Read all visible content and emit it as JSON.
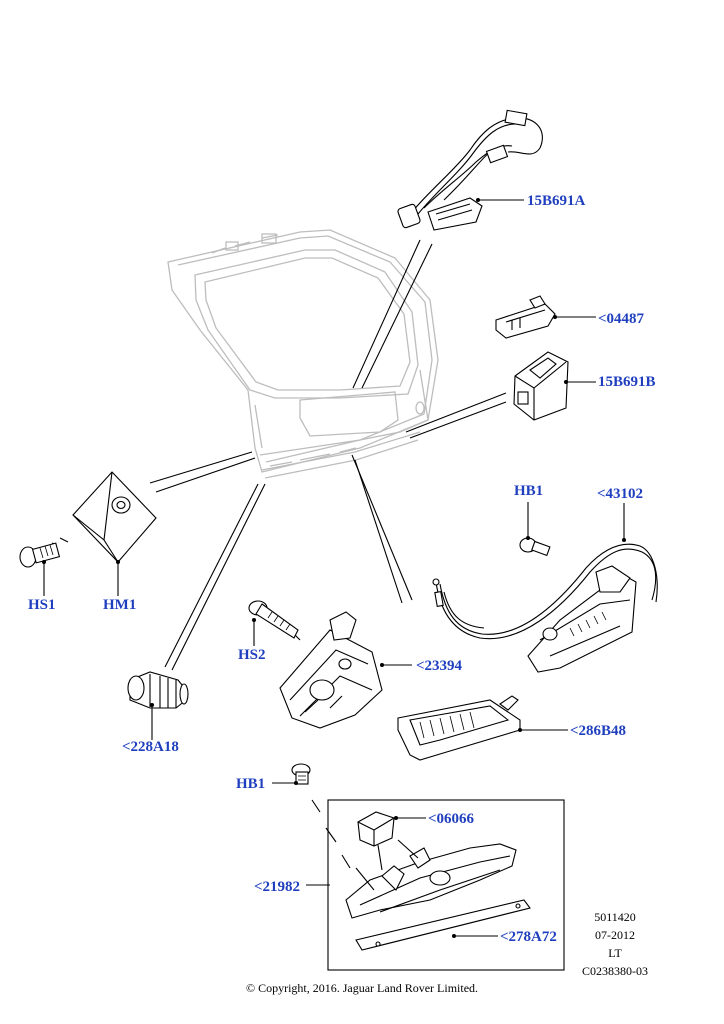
{
  "callouts": {
    "p15B691A": "15B691A",
    "p04487": "<04487",
    "p15B691B": "15B691B",
    "hb1_upper": "HB1",
    "p43102": "<43102",
    "hs1": "HS1",
    "hm1": "HM1",
    "hs2": "HS2",
    "p23394": "<23394",
    "p228A18": "<228A18",
    "p286B48": "<286B48",
    "hb1_lower": "HB1",
    "p06066": "<06066",
    "p21982": "<21982",
    "p278A72": "<278A72"
  },
  "reference": {
    "line1": "5011420",
    "line2": "07-2012",
    "line3": "LT",
    "line4": "C0238380-03"
  },
  "footer": {
    "copyright": "© Copyright, 2016. Jaguar Land Rover Limited."
  },
  "colors": {
    "label_blue": "#1f3fbf",
    "tailgate_grey": "#bdbdbd",
    "line_black": "#000000"
  }
}
